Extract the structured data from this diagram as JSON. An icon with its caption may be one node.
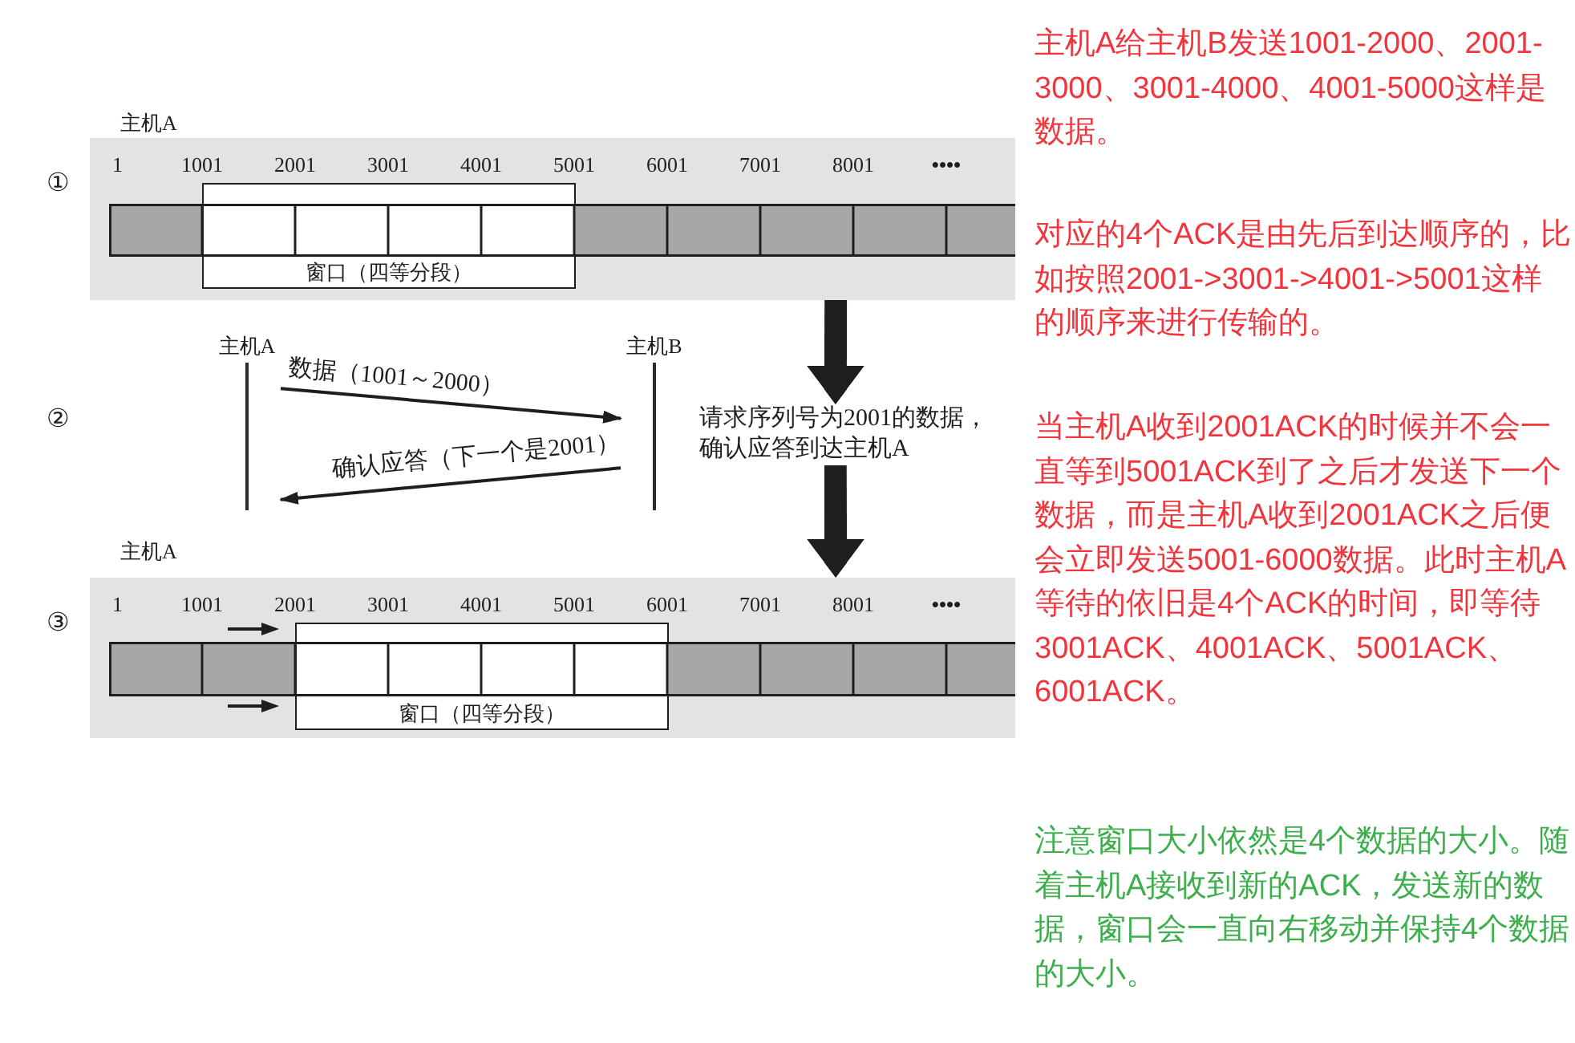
{
  "diagram": {
    "nodes": [
      {
        "text": [
          "主机A",
          "1",
          "1001",
          "2001",
          "3001",
          "4001",
          "5001",
          "6001",
          "7001",
          "8001",
          "••••"
        ]
      },
      {
        "text": [
          "窗口（四等分段）"
        ],
        "in": 0
      },
      {
        "text": [
          "主机A"
        ]
      },
      {
        "text": [
          "主机B"
        ]
      },
      {
        "text": [
          "请求序列号为2001的数据，确认应答到达主机A"
        ]
      },
      {
        "text": [
          "主机A",
          "1",
          "1001",
          "2001",
          "3001",
          "4001",
          "5001",
          "6001",
          "7001",
          "8001",
          "••••"
        ]
      },
      {
        "text": [
          "窗口（四等分段）"
        ],
        "in": 5
      }
    ],
    "edges": [
      {
        "from": 2,
        "to": 3,
        "arrow": "to",
        "label": "数据（1001～2000）"
      },
      {
        "from": 3,
        "to": 2,
        "arrow": "to",
        "label": "确认应答（下一个是2001）"
      },
      {
        "from": 0,
        "to": 4,
        "arrow": "to",
        "style": "thick"
      },
      {
        "from": 4,
        "to": 5,
        "arrow": "to",
        "style": "thick"
      }
    ],
    "labels": [
      "①",
      "②",
      "③",
      "主机A给主机B发送1001-2000、2001-3000、3001-4000、4001-5000这样是数据。",
      "对应的4个ACK是由先后到达顺序的，比如按照2001->3001->4001->5001这样的顺序来进行传输的。",
      "当主机A收到2001ACK的时候并不会一直等到5001ACK到了之后才发送下一个数据，而是主机A收到2001ACK之后便会立即发送5001-6000数据。此时主机A等待的依旧是4个ACK的时间，即等待3001ACK、4001ACK、5001ACK、6001ACK。",
      "注意窗口大小依然是4个数据的大小。随着主机A接收到新的ACK，发送新的数据，窗口会一直向右移动并保持4个数据的大小。"
    ]
  }
}
